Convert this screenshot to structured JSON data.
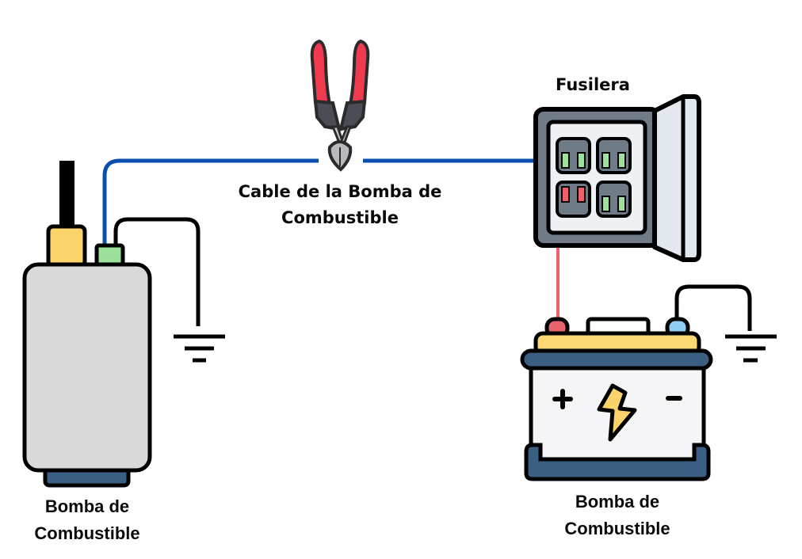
{
  "labels": {
    "fuse_box": "Fusilera",
    "cable_line1": "Cable de la Bomba de",
    "cable_line2": "Combustible",
    "pump_line1": "Bomba de",
    "pump_line2": "Combustible",
    "battery_line1": "Bomba de",
    "battery_line2": "Combustible"
  },
  "components": {
    "fuel_pump": "fuel-pump-icon",
    "cutter": "wire-cutter-icon",
    "fuse_box": "fuse-box-icon",
    "battery": "car-battery-icon",
    "ground": "ground-symbol-icon"
  },
  "colors": {
    "signal_wire": "#0a4fae",
    "power_wire": "#f0606c",
    "ground_wire": "#000000",
    "pump_body": "#d9d9d9",
    "pump_base": "#3a5f82",
    "pump_connector_power": "#fdd36c",
    "pump_connector_signal": "#9de29c",
    "cutter_handle": "#ef3a4f",
    "battery_top": "#fcd873",
    "battery_frame": "#3a5f82",
    "fuse_green": "#9de29c",
    "fuse_red": "#f0606c"
  }
}
